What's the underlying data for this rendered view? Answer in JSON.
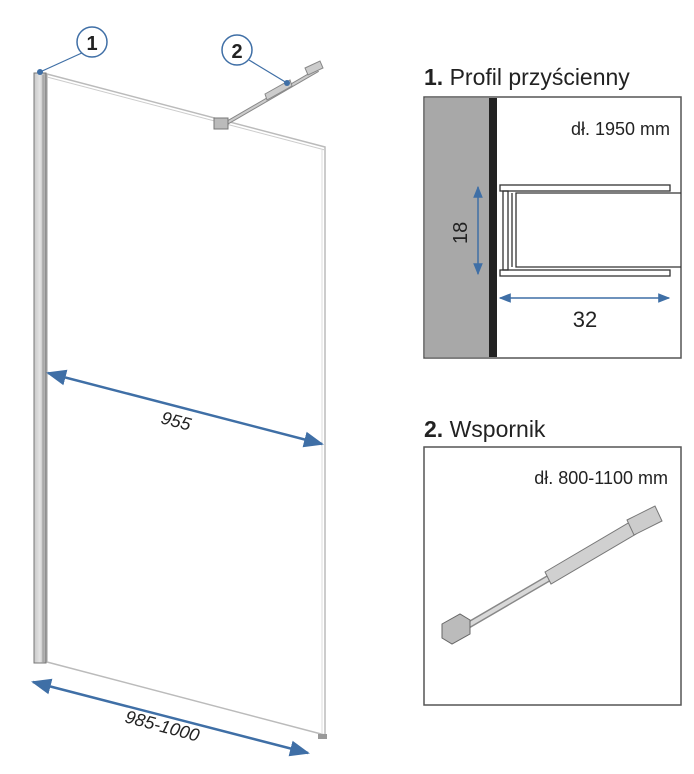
{
  "callouts": {
    "one": "1",
    "two": "2"
  },
  "dimensions": {
    "glass_width": "955",
    "total_width": "985-1000"
  },
  "panel1": {
    "number": "1.",
    "title": "Profil przyścienny",
    "length": "dł. 1950 mm",
    "height_dim": "18",
    "depth_dim": "32"
  },
  "panel2": {
    "number": "2.",
    "title": "Wspornik",
    "length": "dł. 800-1100 mm"
  },
  "colors": {
    "accent": "#3f6fa6",
    "wall": "#a8a8a8",
    "frame": "#888888"
  }
}
